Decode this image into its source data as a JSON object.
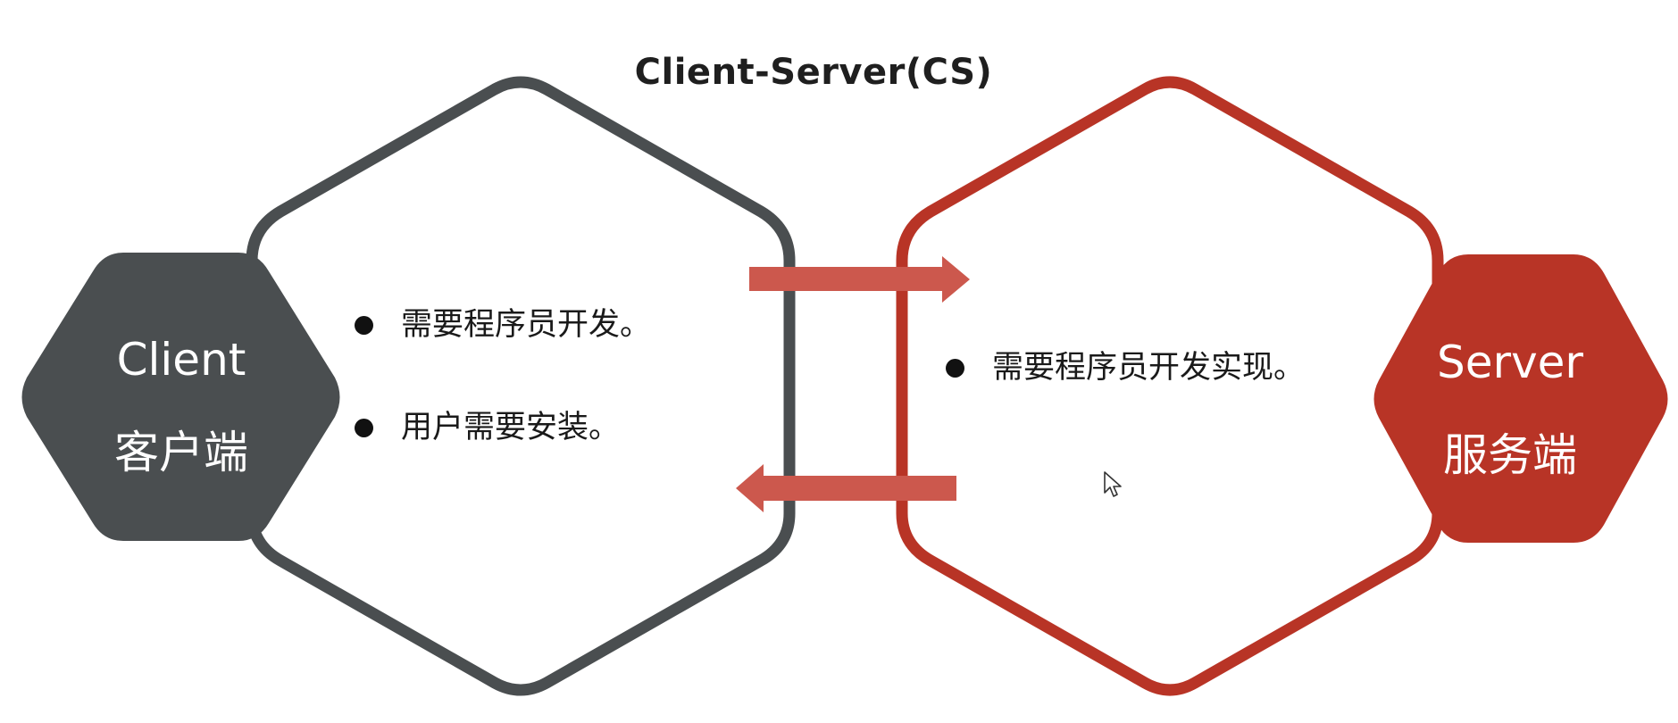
{
  "title": "Client-Server(CS)",
  "client": {
    "label_en": "Client",
    "label_zh": "客户端",
    "color": "#4a4e50",
    "bullets": [
      "需要程序员开发。",
      "用户需要安装。"
    ]
  },
  "server": {
    "label_en": "Server",
    "label_zh": "服务端",
    "color": "#b83426",
    "bullets": [
      "需要程序员开发实现。"
    ]
  },
  "arrows": {
    "color": "#cc584d",
    "top_direction": "right",
    "bottom_direction": "left"
  },
  "icons": [
    "cursor-icon"
  ]
}
